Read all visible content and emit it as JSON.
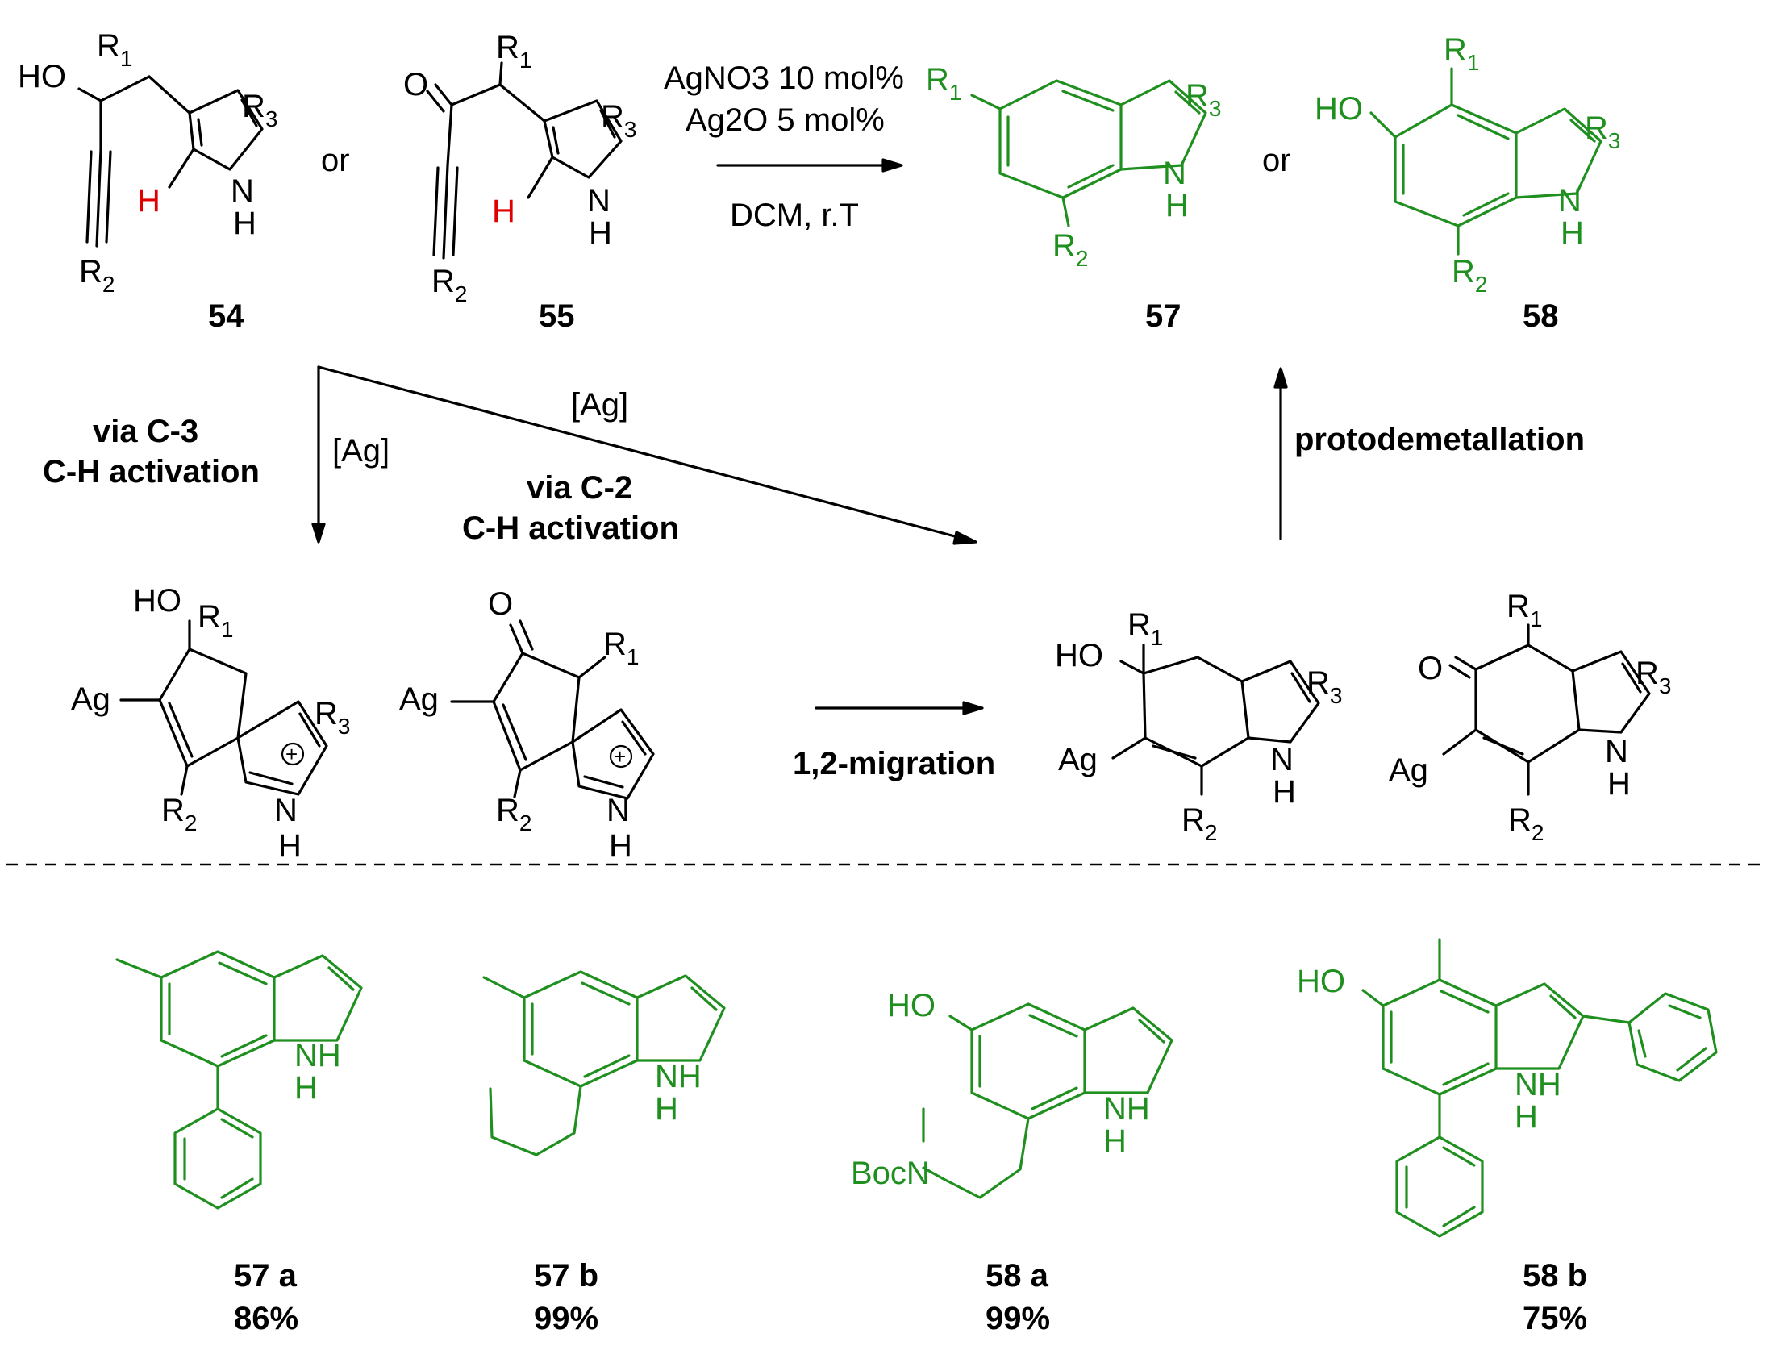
{
  "scheme": {
    "reagents": {
      "line1": "AgNO3 10 mol%",
      "line2": "Ag2O 5 mol%",
      "solvent": "DCM, r.T"
    },
    "connector_or": "or",
    "compounds": {
      "c54": "54",
      "c55": "55",
      "c57": "57",
      "c58": "58"
    },
    "pathways": {
      "c3_line1": "via C-3",
      "c3_line2": "C-H activation",
      "c2_line1": "via C-2",
      "c2_line2": "C-H activation",
      "ag_label": "[Ag]",
      "protodemetallation": "protodemetallation",
      "migration": "1,2-migration"
    },
    "examples": [
      {
        "id": "57 a",
        "yield": "86%"
      },
      {
        "id": "57 b",
        "yield": "99%"
      },
      {
        "id": "58 a",
        "yield": "99%"
      },
      {
        "id": "58 b",
        "yield": "75%"
      }
    ],
    "colors": {
      "product": "#1f8f1f",
      "highlight_h": "#e00000"
    }
  }
}
